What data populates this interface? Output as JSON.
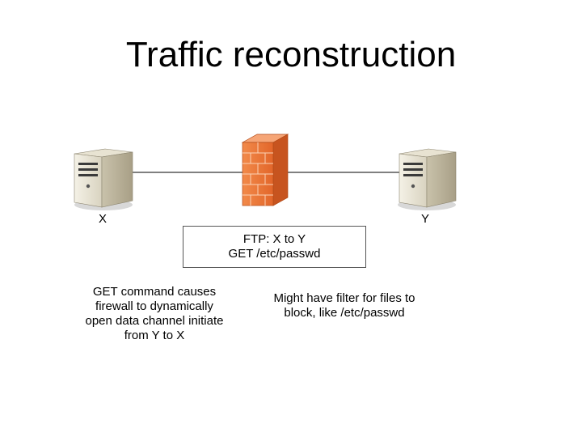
{
  "slide": {
    "title": "Traffic reconstruction"
  },
  "nodes": {
    "left_server": {
      "label": "X",
      "icon": "server-icon"
    },
    "firewall": {
      "icon": "firewall-brick-icon",
      "color": "#ee7a3c"
    },
    "right_server": {
      "label": "Y",
      "icon": "server-icon"
    }
  },
  "callout": {
    "line1": "FTP: X to Y",
    "line2": "GET /etc/passwd"
  },
  "notes": {
    "left": "GET command causes\nfirewall to dynamically\nopen data channel initiate\nfrom Y to X",
    "right": "Might have filter for files to\nblock, like /etc/passwd"
  }
}
